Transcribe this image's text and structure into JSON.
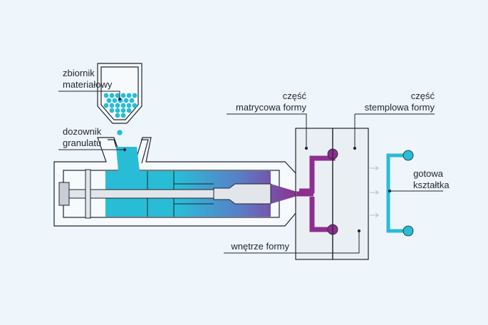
{
  "labels": {
    "hopper": [
      "zbiornik",
      "materiałowy"
    ],
    "feeder": [
      "dozownik",
      "granulatu"
    ],
    "matrix_part": [
      "część",
      "matrycowa formy"
    ],
    "punch_part": [
      "część",
      "stemplowa formy"
    ],
    "cavity": "wnętrze formy",
    "product": [
      "gotowa",
      "kształtka"
    ]
  },
  "colors": {
    "background": "#eef6fc",
    "outline": "#1f2430",
    "cyan": "#29bcd6",
    "purple": "#8e2e8f",
    "mold_fill": "#eaeff4",
    "machine_fill": "#f6fafc"
  }
}
